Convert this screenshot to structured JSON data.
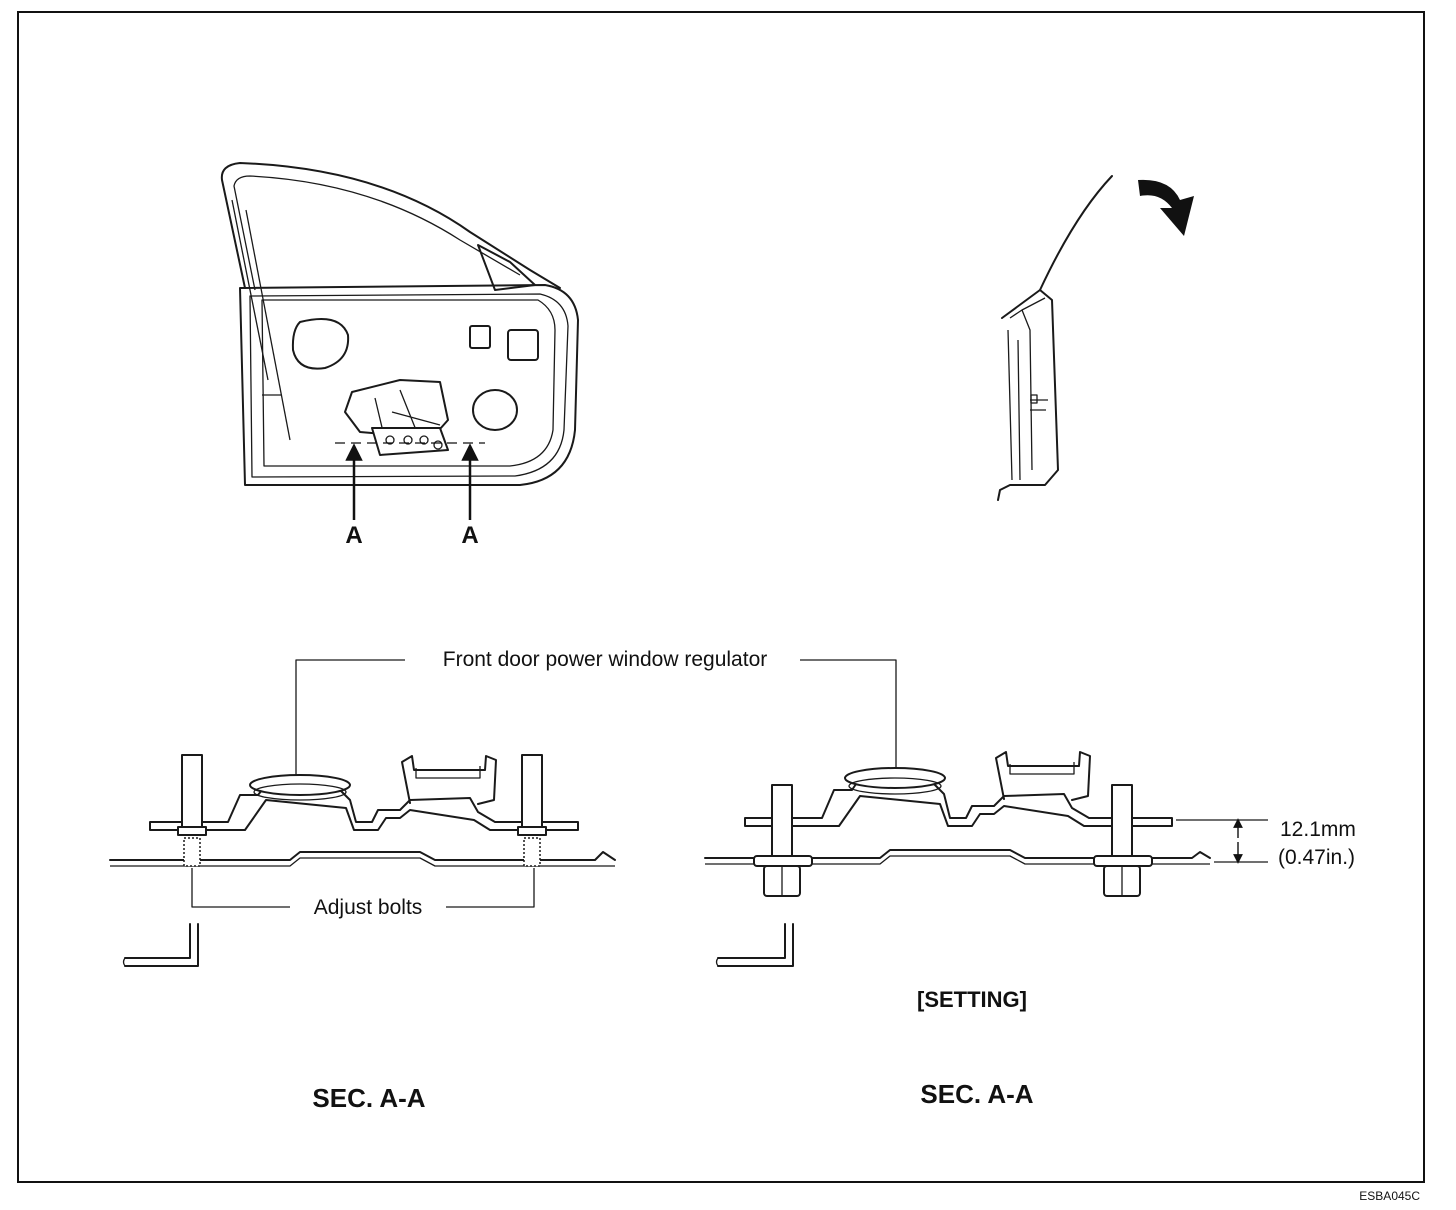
{
  "labels": {
    "section_marker_left": "A",
    "section_marker_right": "A",
    "regulator_label": "Front door power window regulator",
    "adjust_bolts_label": "Adjust bolts",
    "dimension_mm": "12.1mm",
    "dimension_in": "(0.47in.)",
    "setting_label": "[SETTING]",
    "section_title_left": "SEC. A-A",
    "section_title_right": "SEC. A-A",
    "figure_code": "ESBA045C"
  }
}
